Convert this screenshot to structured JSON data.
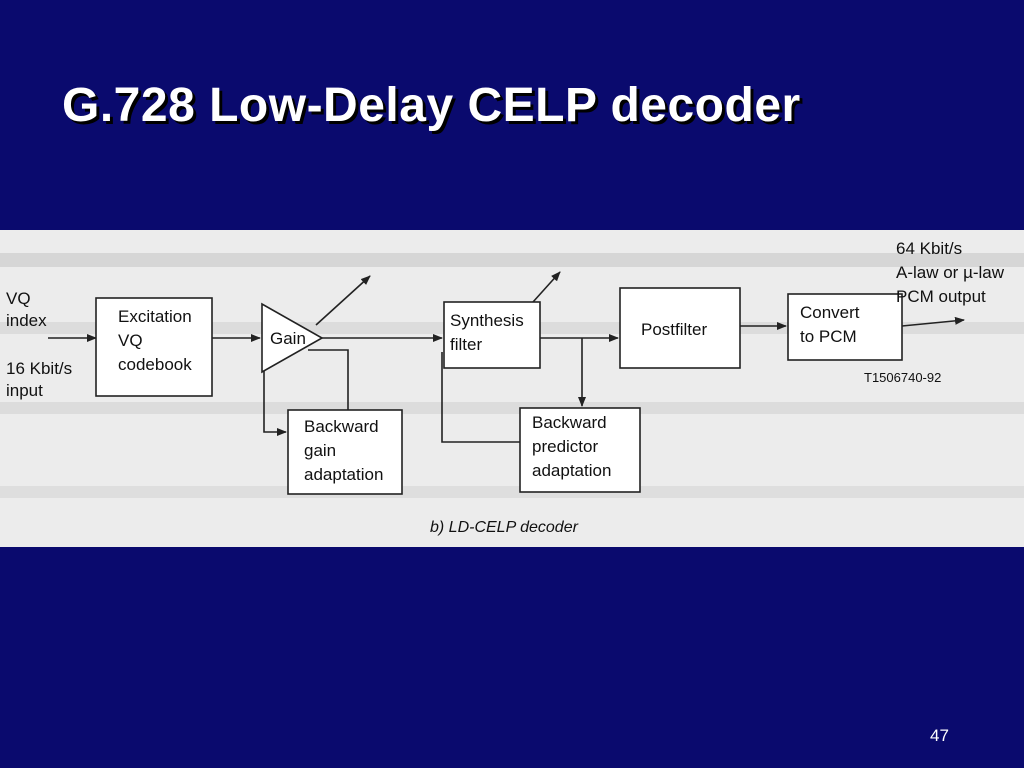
{
  "slide": {
    "title": "G.728 Low-Delay CELP decoder",
    "page_number": "47"
  },
  "diagram": {
    "caption": "b)  LD-CELP decoder",
    "figure_code": "T1506740-92",
    "input_labels": {
      "line1": "VQ",
      "line2": "index",
      "line3": "16 Kbit/s",
      "line4": "input"
    },
    "output_labels": {
      "line1": "64 Kbit/s",
      "line2": "A-law or µ-law",
      "line3": "PCM output"
    },
    "blocks": {
      "excitation": {
        "line1": "Excitation",
        "line2": "VQ",
        "line3": "codebook"
      },
      "gain": {
        "line1": "Gain"
      },
      "synthesis": {
        "line1": "Synthesis",
        "line2": "filter"
      },
      "postfilter": {
        "line1": "Postfilter"
      },
      "convert": {
        "line1": "Convert",
        "line2": "to PCM"
      },
      "backward_gain": {
        "line1": "Backward",
        "line2": "gain",
        "line3": "adaptation"
      },
      "backward_predictor": {
        "line1": "Backward",
        "line2": "predictor",
        "line3": "adaptation"
      }
    }
  }
}
